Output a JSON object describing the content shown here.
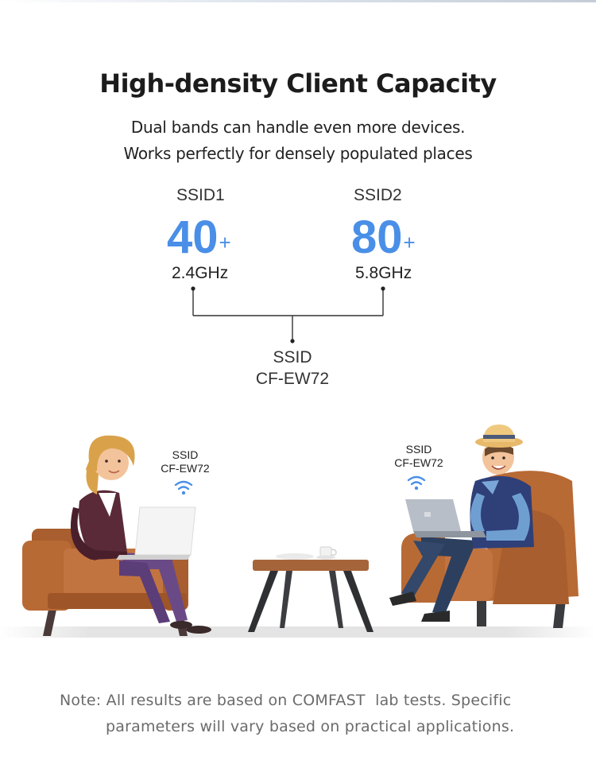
{
  "header": {
    "title": "High-density Client Capacity",
    "subtitle_line1": "Dual bands can handle even more devices.",
    "subtitle_line2": "Works perfectly for densely populated places"
  },
  "bands": [
    {
      "ssid": "SSID1",
      "count": "40",
      "plus": "+",
      "frequency": "2.4GHz"
    },
    {
      "ssid": "SSID2",
      "count": "80",
      "plus": "+",
      "frequency": "5.8GHz"
    }
  ],
  "combined": {
    "label": "SSID",
    "name": "CF-EW72"
  },
  "scene": {
    "left_bubble": {
      "label": "SSID",
      "name": "CF-EW72"
    },
    "right_bubble": {
      "label": "SSID",
      "name": "CF-EW72"
    }
  },
  "note": {
    "line1": "Note: All results are based on COMFAST  lab tests. Specific",
    "line2": "parameters will vary based on practical applications."
  },
  "colors": {
    "accent": "#4a8fe7",
    "chair": "#b86a35",
    "table": "#a6643a"
  },
  "icons": [
    "wifi-icon"
  ]
}
